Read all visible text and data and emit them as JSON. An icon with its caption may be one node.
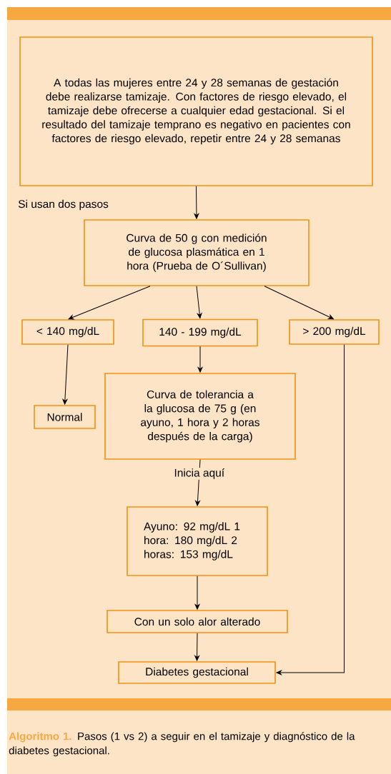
{
  "diagram": {
    "caption": "**Algoritmo 1.** Pasos (1 vs 2) a seguir en el tamizaje y diagnóstico de la diabetes gestacional.",
    "nodes": [
      {
        "text": [
          "A todas las mujeres entre 24 y 28 semanas de gestación debe realizarse tamizaje. Con factores de riesgo elevado, el tamizaje debe ofrecerse a cualquier edad gestacional. Si el resultado del tamizaje temprano es negativo en pacientes con factores de riesgo elevado, repetir entre 24 y 28 semanas"
        ]
      },
      {
        "text": [
          "Curva de 50 g con medición de glucosa plasmática en 1 hora (Prueba de O´Sullivan)"
        ]
      },
      {
        "text": [
          "< 140 mg/dL"
        ]
      },
      {
        "text": [
          "140 - 199 mg/dL"
        ]
      },
      {
        "text": [
          "> 200 mg/dL"
        ]
      },
      {
        "text": [
          "Normal"
        ]
      },
      {
        "text": [
          "Curva de tolerancia a la glucosa de 75 g (en ayuno, 1 hora y 2 horas después de la carga)"
        ]
      },
      {
        "text": [
          "Ayuno: 92 mg/dL 1 hora: 180 mg/dL 2 horas: 153 mg/dL"
        ]
      },
      {
        "text": [
          "Con un solo alor alterado"
        ]
      },
      {
        "text": [
          "Diabetes gestacional"
        ]
      }
    ],
    "edges": [
      {
        "from": 0,
        "to": 1,
        "arrow": "to"
      },
      {
        "from": 1,
        "to": 2,
        "arrow": "to"
      },
      {
        "from": 1,
        "to": 3,
        "arrow": "to"
      },
      {
        "from": 1,
        "to": 4,
        "arrow": "to"
      },
      {
        "from": 2,
        "to": 5,
        "arrow": "to"
      },
      {
        "from": 3,
        "to": 6,
        "arrow": "to"
      },
      {
        "from": 6,
        "to": 7,
        "arrow": "to",
        "label": "Inicia aquí"
      },
      {
        "from": 7,
        "to": 8,
        "arrow": "to"
      },
      {
        "from": 8,
        "to": 9,
        "arrow": "to"
      },
      {
        "from": 4,
        "to": 9,
        "arrow": "to"
      }
    ],
    "labels": [
      "Si usan dos pasos"
    ]
  }
}
